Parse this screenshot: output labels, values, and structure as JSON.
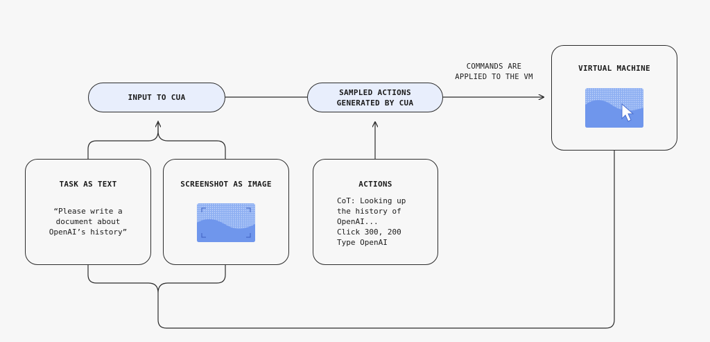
{
  "nodes": {
    "input": {
      "label": "INPUT TO CUA"
    },
    "sampled": {
      "label": "SAMPLED ACTIONS\nGENERATED BY CUA"
    },
    "vm": {
      "title": "VIRTUAL MACHINE"
    },
    "task": {
      "title": "TASK AS TEXT",
      "body": "“Please write a\ndocument about\nOpenAI’s history”"
    },
    "screenshot": {
      "title": "SCREENSHOT AS IMAGE"
    },
    "actions": {
      "title": "ACTIONS",
      "body": "CoT: Looking up\nthe history of\nOpenAI...\nClick 300, 200\nType OpenAI"
    }
  },
  "edges": {
    "commands_label": "COMMANDS ARE\nAPPLIED TO THE VM"
  },
  "colors": {
    "pill_fill": "#e8eefc",
    "image_fill_light": "#a8c3f7",
    "image_fill_dark": "#6f96ec",
    "line": "#2b2b2b",
    "background": "#f7f7f7"
  }
}
